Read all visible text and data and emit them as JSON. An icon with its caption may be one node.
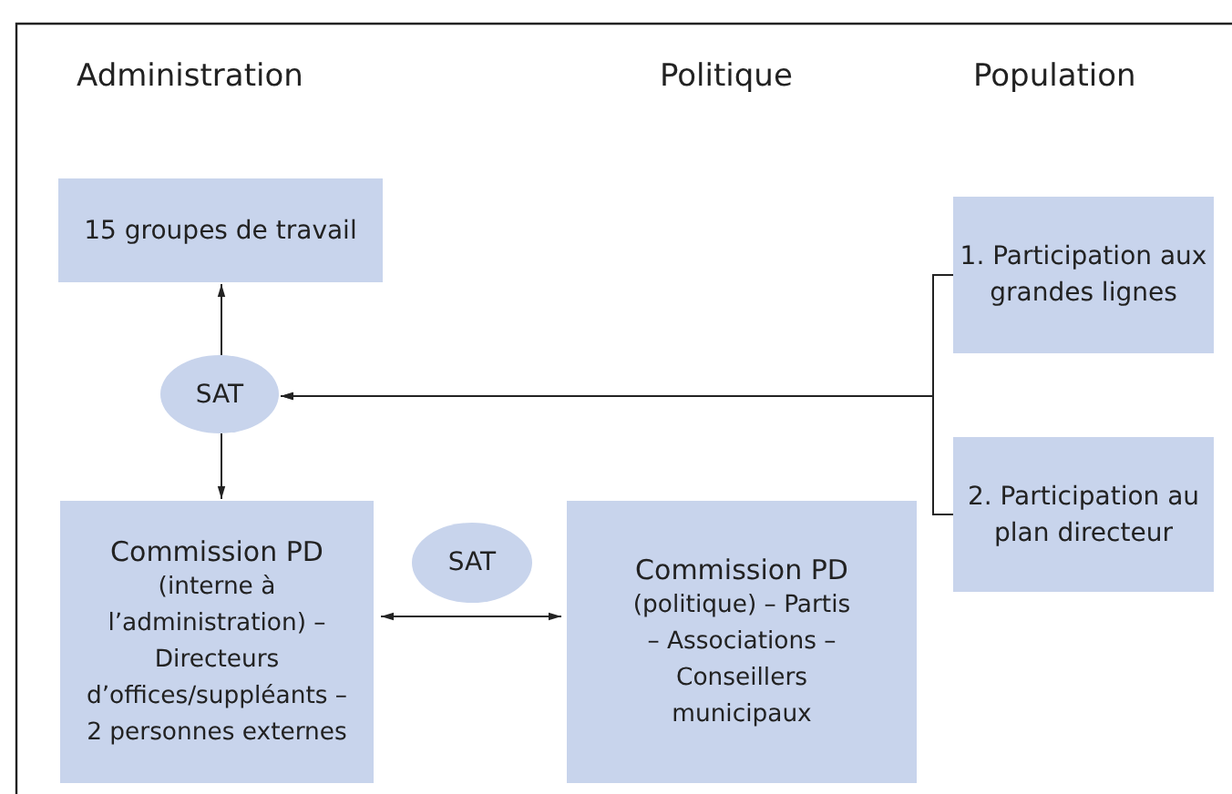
{
  "diagram": {
    "nodes": [
      {
        "text": [
          "15 groupes de travail"
        ]
      },
      {
        "text": [
          "SAT"
        ]
      },
      {
        "text": [
          "1. Participation aux grandes lignes"
        ]
      },
      {
        "text": [
          "2. Participation au plan directeur"
        ]
      },
      {
        "text": [
          "Commission PD",
          "(interne à l’administration) – Directeurs d’offices/suppléants – 2 personnes externes"
        ]
      },
      {
        "text": [
          "SAT"
        ]
      },
      {
        "text": [
          "Commission PD",
          "(politique) – Partis – Associations – Conseillers municipaux"
        ]
      }
    ],
    "edges": [
      {
        "from": 1,
        "to": 0,
        "arrow": "to"
      },
      {
        "from": 1,
        "to": 4,
        "arrow": "to"
      },
      {
        "from": 2,
        "to": 1,
        "arrow": "to"
      },
      {
        "from": 3,
        "to": 1,
        "arrow": "to"
      },
      {
        "from": 4,
        "to": 6,
        "arrow": "both"
      }
    ],
    "labels": [
      "Administration",
      "Politique",
      "Population"
    ]
  }
}
